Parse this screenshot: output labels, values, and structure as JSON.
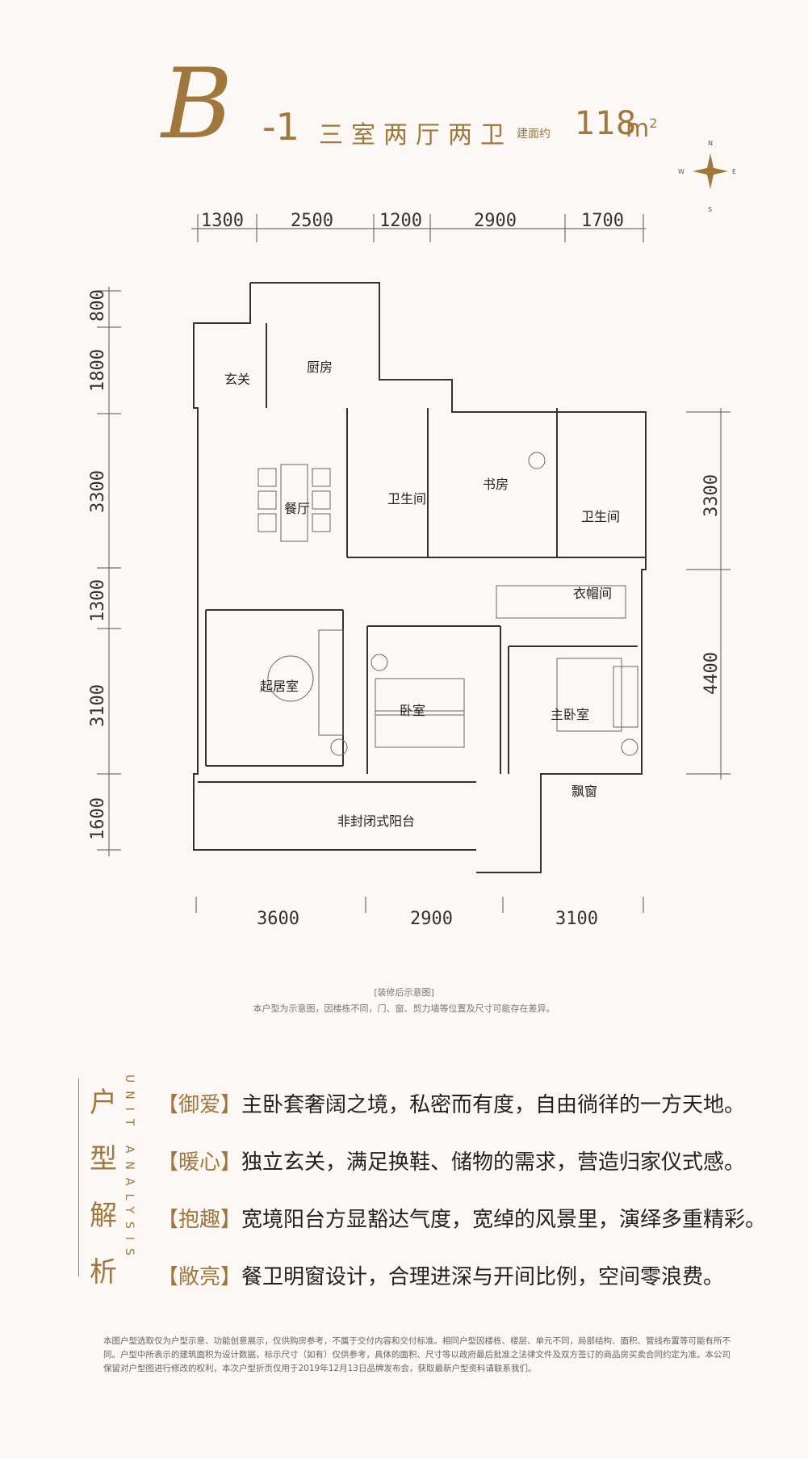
{
  "header": {
    "logo_letter": "B",
    "suffix": "-1",
    "rooms": "三室两厅两卫",
    "area_label": "建面约",
    "area_value": "118",
    "area_unit": "m",
    "area_unit_sup": "2"
  },
  "compass": {
    "n": "N",
    "s": "S",
    "e": "E",
    "w": "W"
  },
  "dimensions": {
    "top": [
      "1300",
      "2500",
      "1200",
      "2900",
      "1700"
    ],
    "bottom": [
      "3600",
      "2900",
      "3100"
    ],
    "left": [
      "800",
      "1800",
      "3300",
      "1300",
      "3100",
      "1600"
    ],
    "right": [
      "3300",
      "4400"
    ]
  },
  "rooms": {
    "entry": "玄关",
    "kitchen": "厨房",
    "dining": "餐厅",
    "bath1": "卫生间",
    "study": "书房",
    "bath2": "卫生间",
    "closet": "衣帽间",
    "living": "起居室",
    "bedroom": "卧室",
    "master": "主卧室",
    "bay": "飘窗",
    "balcony": "非封闭式阳台"
  },
  "captions": {
    "note1": "[装修后示意图]",
    "note2": "本户型为示意图，因楼栋不同，门、窗、剪力墙等位置及尺寸可能存在差异。"
  },
  "analysis": {
    "title": "户型解析",
    "subtitle": "UNIT ANALYSIS",
    "items": [
      {
        "tag": "【御爱】",
        "text": "主卧套奢阔之境，私密而有度，自由徜徉的一方天地。"
      },
      {
        "tag": "【暖心】",
        "text": "独立玄关，满足换鞋、储物的需求，营造归家仪式感。"
      },
      {
        "tag": "【抱趣】",
        "text": "宽境阳台方显豁达气度，宽绰的风景里，演绎多重精彩。"
      },
      {
        "tag": "【敞亮】",
        "text": "餐卫明窗设计，合理进深与开间比例，空间零浪费。"
      }
    ]
  },
  "disclaimer": "本图户型选取仅为户型示意、功能创意展示，仅供购房参考，不属于交付内容和交付标准。相同户型因楼栋、楼层、单元不同，局部结构、面积、管线布置等可能有所不同。户型中所表示的建筑面积为设计数据，标示尺寸（如有）仅供参考，具体的面积、尺寸等以政府最后批准之法律文件及双方签订的商品房买卖合同约定为准。本公司保留对户型图进行修改的权利，本次户型折页仅用于2019年12月13日品牌发布会，获取最新户型资料请联系我们。"
}
